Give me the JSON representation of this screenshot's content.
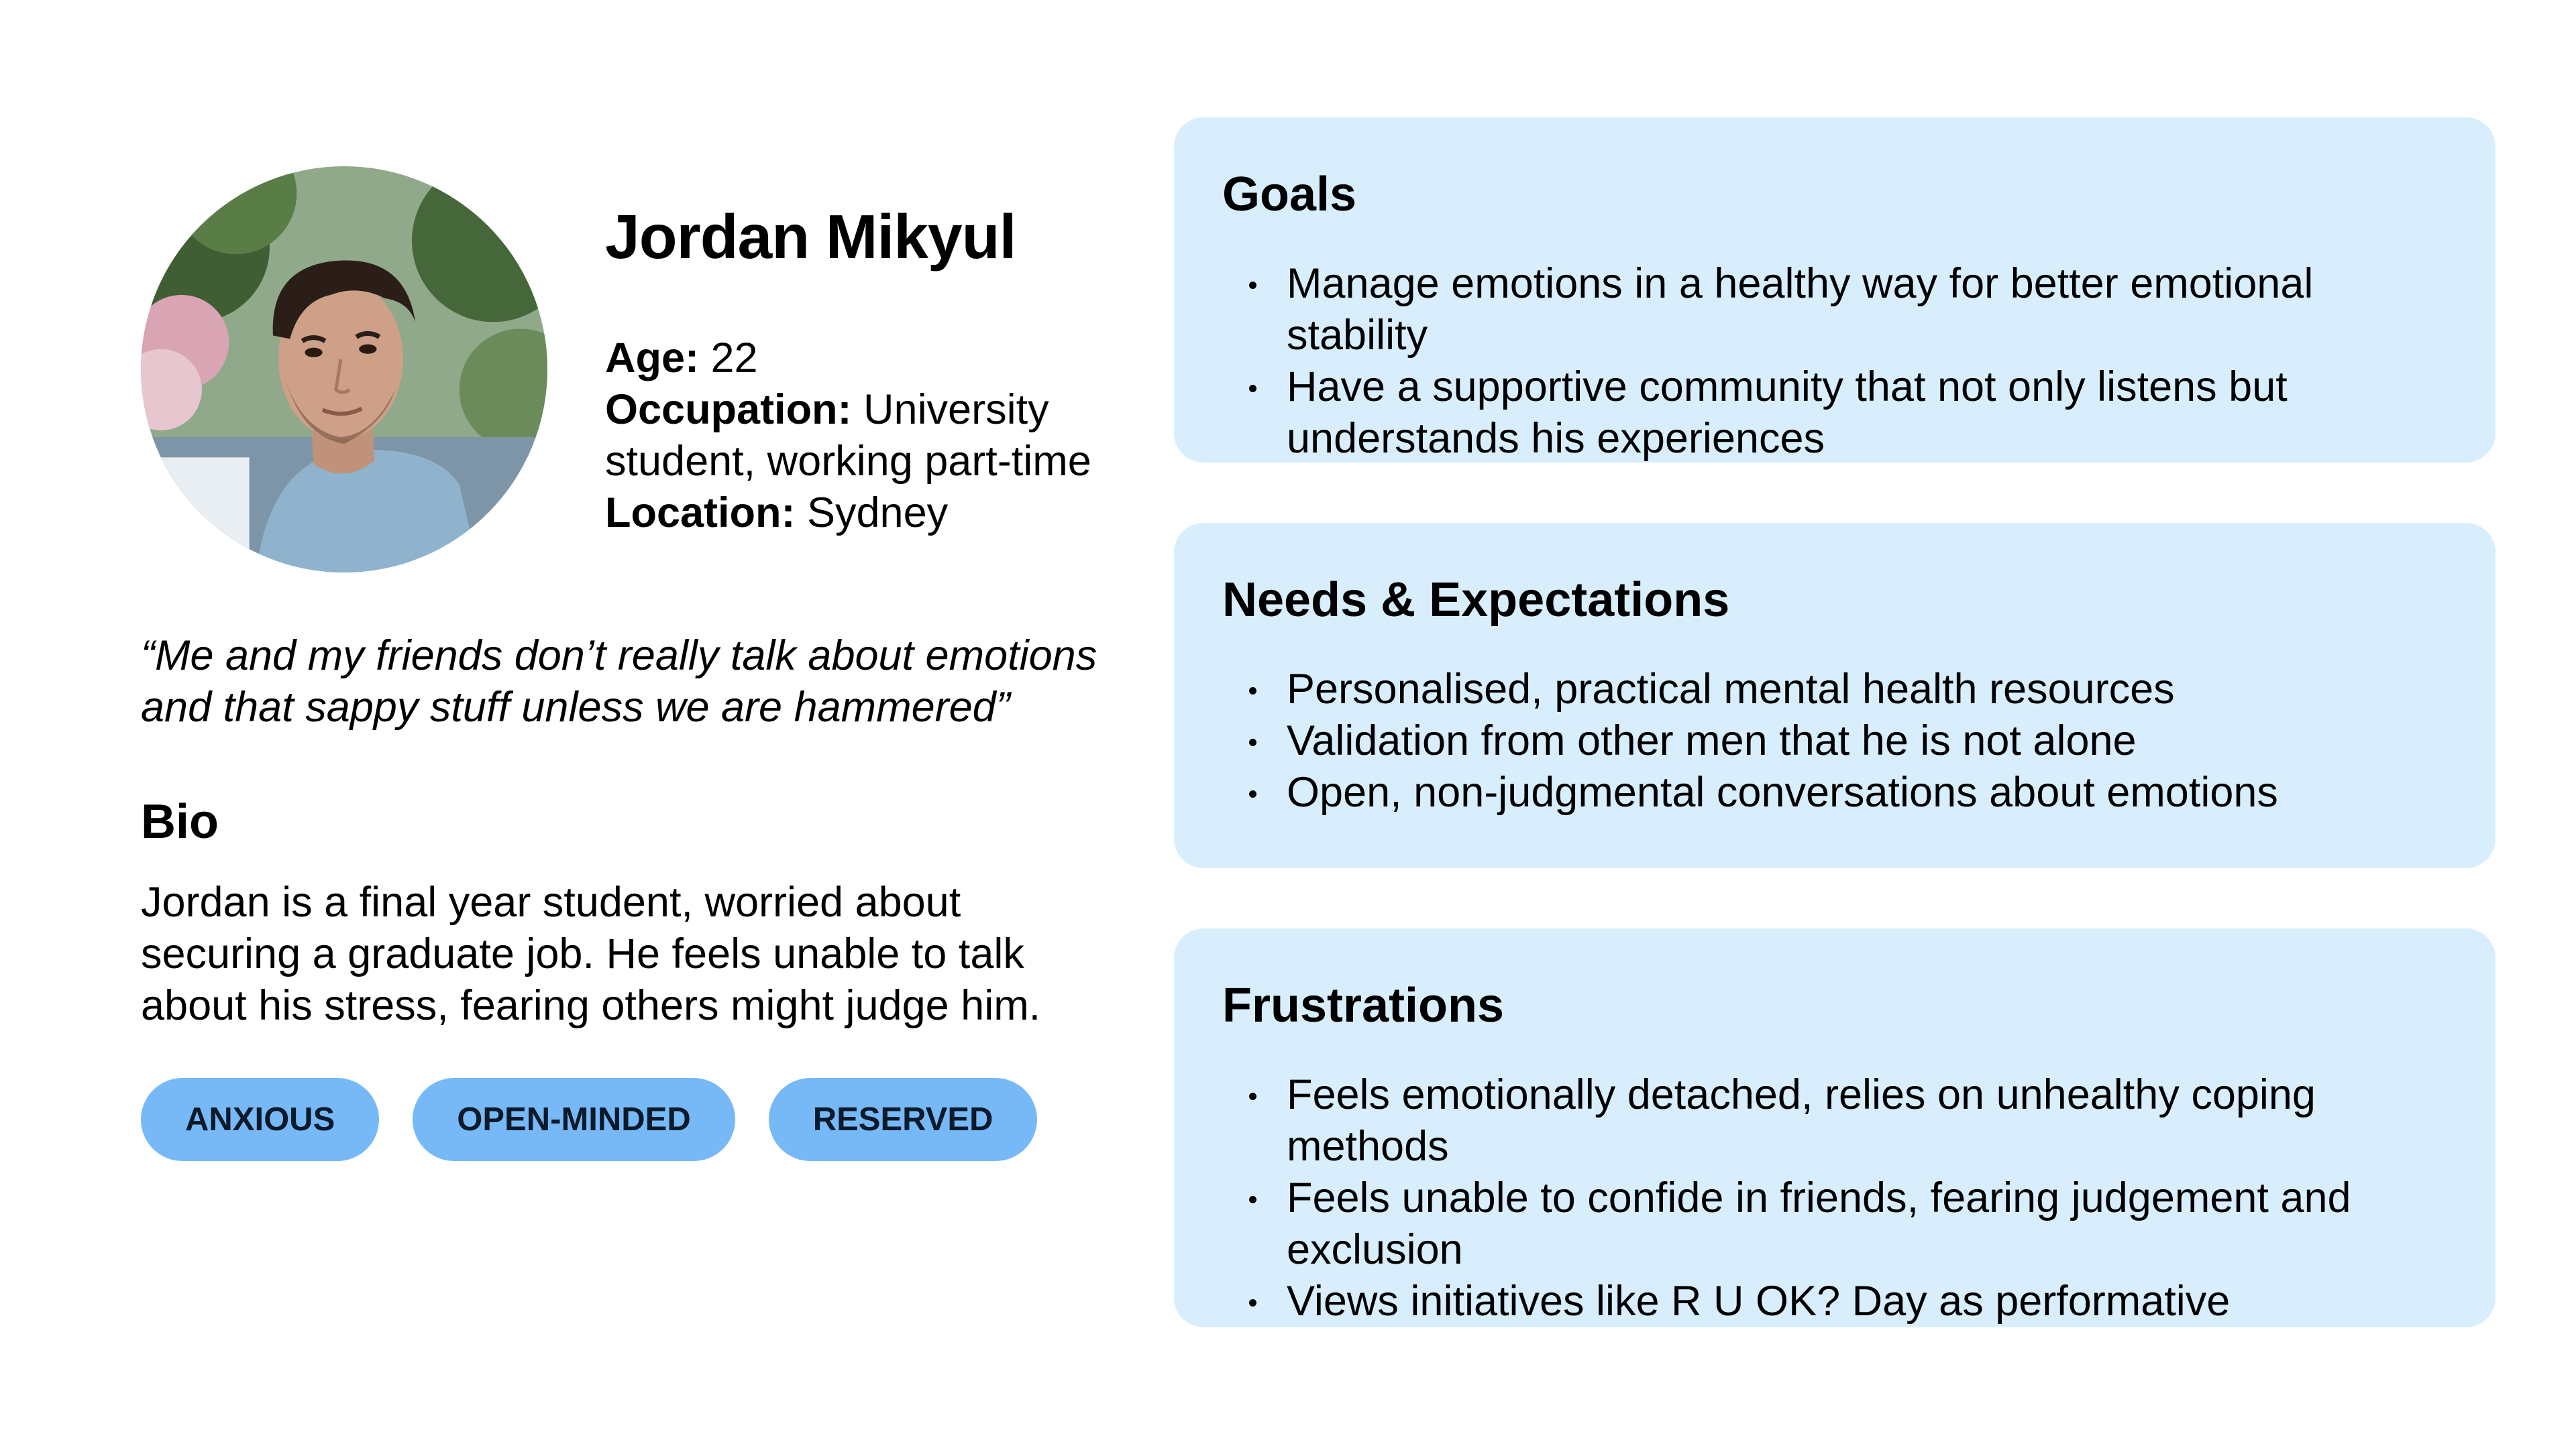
{
  "persona": {
    "name": "Jordan Mikyul",
    "age_label": "Age:",
    "age": "22",
    "occupation_label": "Occupation:",
    "occupation": "University student, working part-time",
    "location_label": "Location:",
    "location": "Sydney"
  },
  "quote": "“Me and my friends don’t really talk about emotions and that sappy stuff unless we are hammered”",
  "bio": {
    "heading": "Bio",
    "text": "Jordan is a final year student, worried about securing a graduate job. He feels unable to talk about his stress, fearing others might judge him."
  },
  "tags": [
    "ANXIOUS",
    "OPEN-MINDED",
    "RESERVED"
  ],
  "cards": {
    "goals": {
      "title": "Goals",
      "items": [
        "Manage emotions in a healthy way for better emotional stability",
        "Have a supportive community that not only listens but understands his experiences"
      ]
    },
    "needs": {
      "title": "Needs & Expectations",
      "items": [
        "Personalised, practical mental health resources",
        "Validation from other men that he is not alone",
        "Open, non-judgmental conversations about emotions"
      ]
    },
    "frustrations": {
      "title": "Frustrations",
      "items": [
        "Feels emotionally detached, relies on unhealthy coping methods",
        "Feels unable to confide in friends, fearing judgement and exclusion",
        "Views initiatives like R U OK? Day as performative"
      ]
    }
  },
  "colors": {
    "card_background": "#d8eefd",
    "tag_background": "#77b9f7",
    "text": "#000000"
  }
}
